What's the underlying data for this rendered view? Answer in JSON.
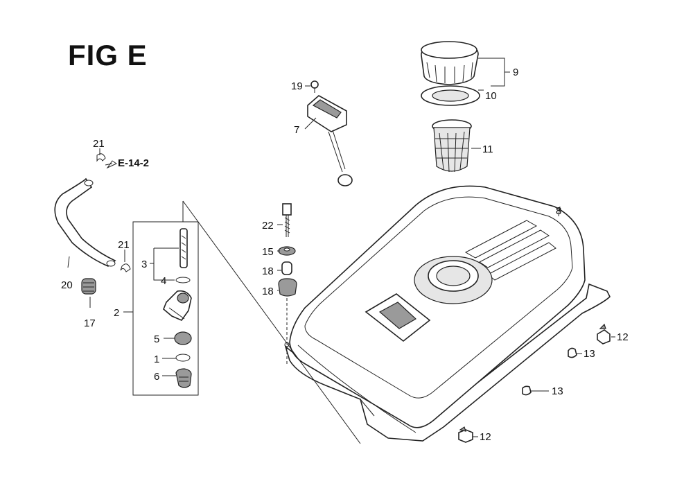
{
  "figure": {
    "title": "FIG E",
    "reference": "E-14-2"
  },
  "callouts": [
    {
      "id": "c1",
      "label": "1"
    },
    {
      "id": "c2",
      "label": "2"
    },
    {
      "id": "c3",
      "label": "3"
    },
    {
      "id": "c4",
      "label": "4"
    },
    {
      "id": "c5",
      "label": "5"
    },
    {
      "id": "c6",
      "label": "6"
    },
    {
      "id": "c7",
      "label": "7"
    },
    {
      "id": "c8",
      "label": "8"
    },
    {
      "id": "c9",
      "label": "9"
    },
    {
      "id": "c10",
      "label": "10"
    },
    {
      "id": "c11",
      "label": "11"
    },
    {
      "id": "c12a",
      "label": "12"
    },
    {
      "id": "c12b",
      "label": "12"
    },
    {
      "id": "c13a",
      "label": "13"
    },
    {
      "id": "c13b",
      "label": "13"
    },
    {
      "id": "c15",
      "label": "15"
    },
    {
      "id": "c17",
      "label": "17"
    },
    {
      "id": "c18a",
      "label": "18"
    },
    {
      "id": "c18b",
      "label": "18"
    },
    {
      "id": "c19",
      "label": "19"
    },
    {
      "id": "c20",
      "label": "20"
    },
    {
      "id": "c21a",
      "label": "21"
    },
    {
      "id": "c21b",
      "label": "21"
    },
    {
      "id": "c22",
      "label": "22"
    }
  ]
}
